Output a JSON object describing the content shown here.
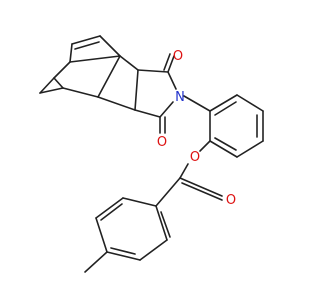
{
  "molecule": {
    "atom_labels": {
      "carbonyl_oxygen_top": "O",
      "carbonyl_oxygen_bottom": "O",
      "imide_nitrogen": "N",
      "ester_bridge_oxygen": "O",
      "ester_carbonyl_oxygen": "O"
    }
  },
  "colors": {
    "background": "#ffffff",
    "bond": "#222222",
    "nitrogen": "#2233cc",
    "oxygen": "#dd1111"
  }
}
